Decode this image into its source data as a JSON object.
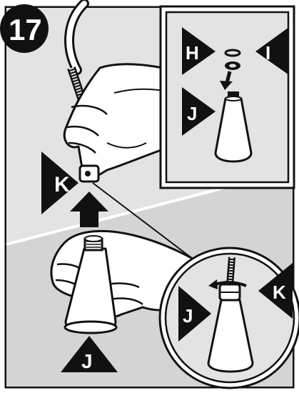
{
  "step_number": "17",
  "labels": {
    "h": "H",
    "i": "I",
    "j_inset": "J",
    "k_main": "K",
    "j_bottom": "J",
    "j_circle": "J",
    "k_circle": "K"
  },
  "colors": {
    "frame": "#111111",
    "panel_gray_light": "#e6e6e6",
    "panel_gray_dark": "#d2d2d2",
    "white": "#ffffff"
  },
  "icons": [
    "up-arrow-icon",
    "down-arrow-icon",
    "left-arrow-icon"
  ]
}
